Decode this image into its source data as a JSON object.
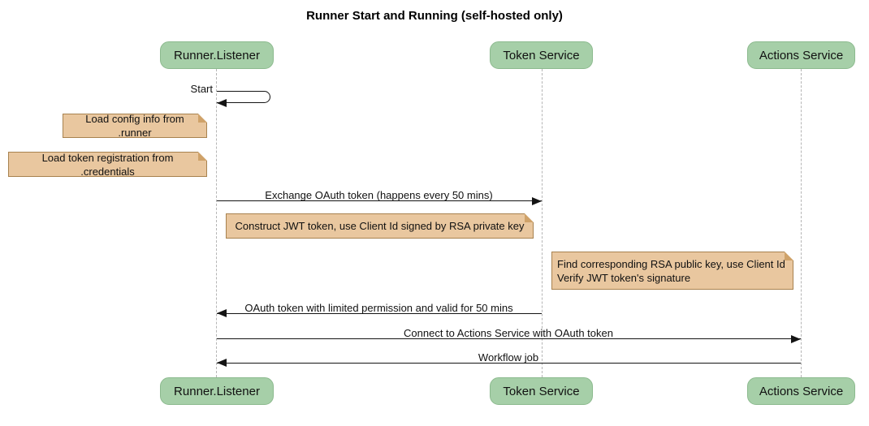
{
  "title": "Runner Start and Running (self-hosted only)",
  "participants": [
    {
      "name": "Runner.Listener"
    },
    {
      "name": "Token Service"
    },
    {
      "name": "Actions Service"
    }
  ],
  "messages": {
    "start": "Start",
    "exchange": "Exchange OAuth token (happens every 50 mins)",
    "oauth_return": "OAuth token with limited permission and valid for 50 mins",
    "connect": "Connect to Actions Service with OAuth token",
    "workflow": "Workflow job"
  },
  "notes": {
    "load_config": "Load config info from .runner",
    "load_credentials": "Load token registration from .credentials",
    "construct_jwt": "Construct JWT token, use Client Id signed by RSA private key",
    "find_rsa_line1": "Find corresponding RSA public key, use Client Id",
    "find_rsa_line2": "Verify JWT token's signature"
  },
  "colors": {
    "participant_fill": "#a6cfa8",
    "participant_border": "#8cba8e",
    "note_fill": "#e9c79f",
    "note_border": "#a8824f",
    "lifeline": "#b5b5b5",
    "arrow": "#141414"
  }
}
